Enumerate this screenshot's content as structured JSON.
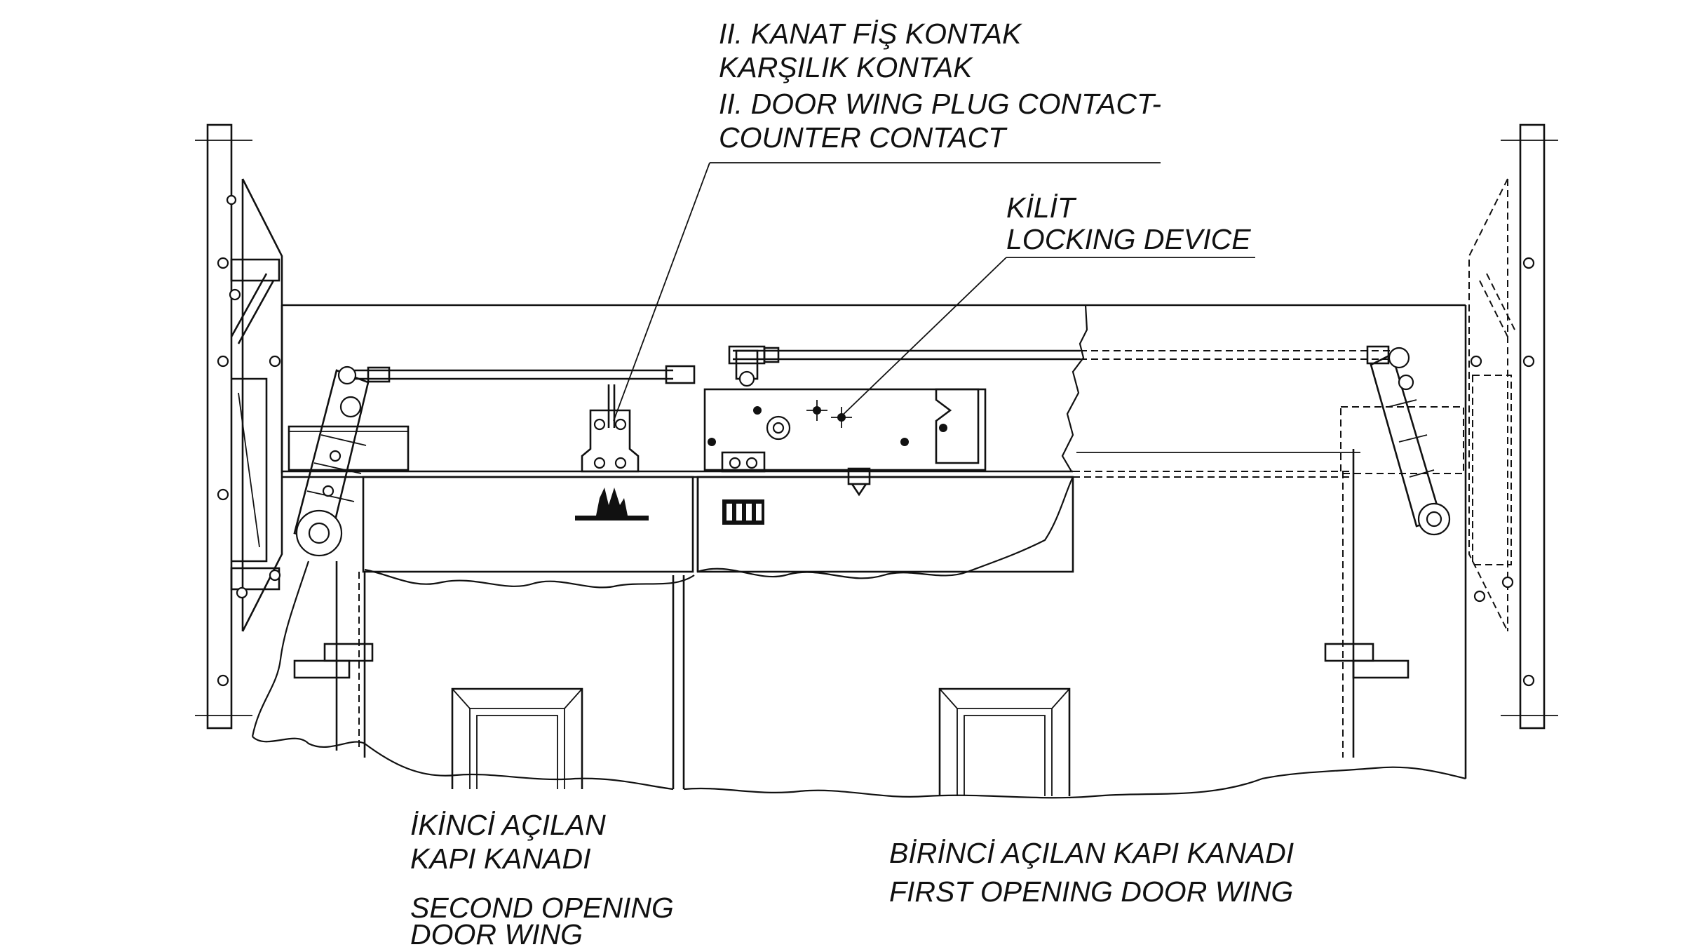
{
  "labels": {
    "contact_line1": "II. KANAT FİŞ KONTAK",
    "contact_line2": "KARŞILIK KONTAK",
    "contact_line3": "II. DOOR WING PLUG CONTACT-",
    "contact_line4": "COUNTER CONTACT",
    "lock_line1": "KİLİT",
    "lock_line2": "LOCKING DEVICE",
    "second_wing_tr1": "İKİNCİ AÇILAN",
    "second_wing_tr2": "KAPI KANADI",
    "second_wing_en1": "SECOND OPENING",
    "second_wing_en2": "DOOR WING",
    "first_wing_tr": "BİRİNCİ AÇILAN KAPI KANADI",
    "first_wing_en": "FIRST OPENING DOOR WING"
  },
  "colors": {
    "line": "#111111",
    "background": "#ffffff"
  }
}
